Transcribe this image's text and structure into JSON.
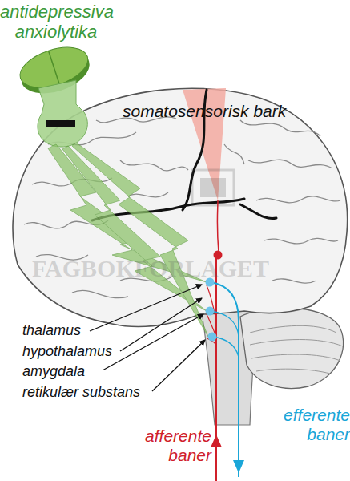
{
  "diagram": {
    "labels": [
      "antidepressiva anxiolytika",
      "somatosensorisk bark",
      "thalamus",
      "hypothalamus",
      "amygdala",
      "retikulær substans",
      "afferente baner",
      "efferente baner",
      "FAGBOKFORLAGET"
    ]
  }
}
